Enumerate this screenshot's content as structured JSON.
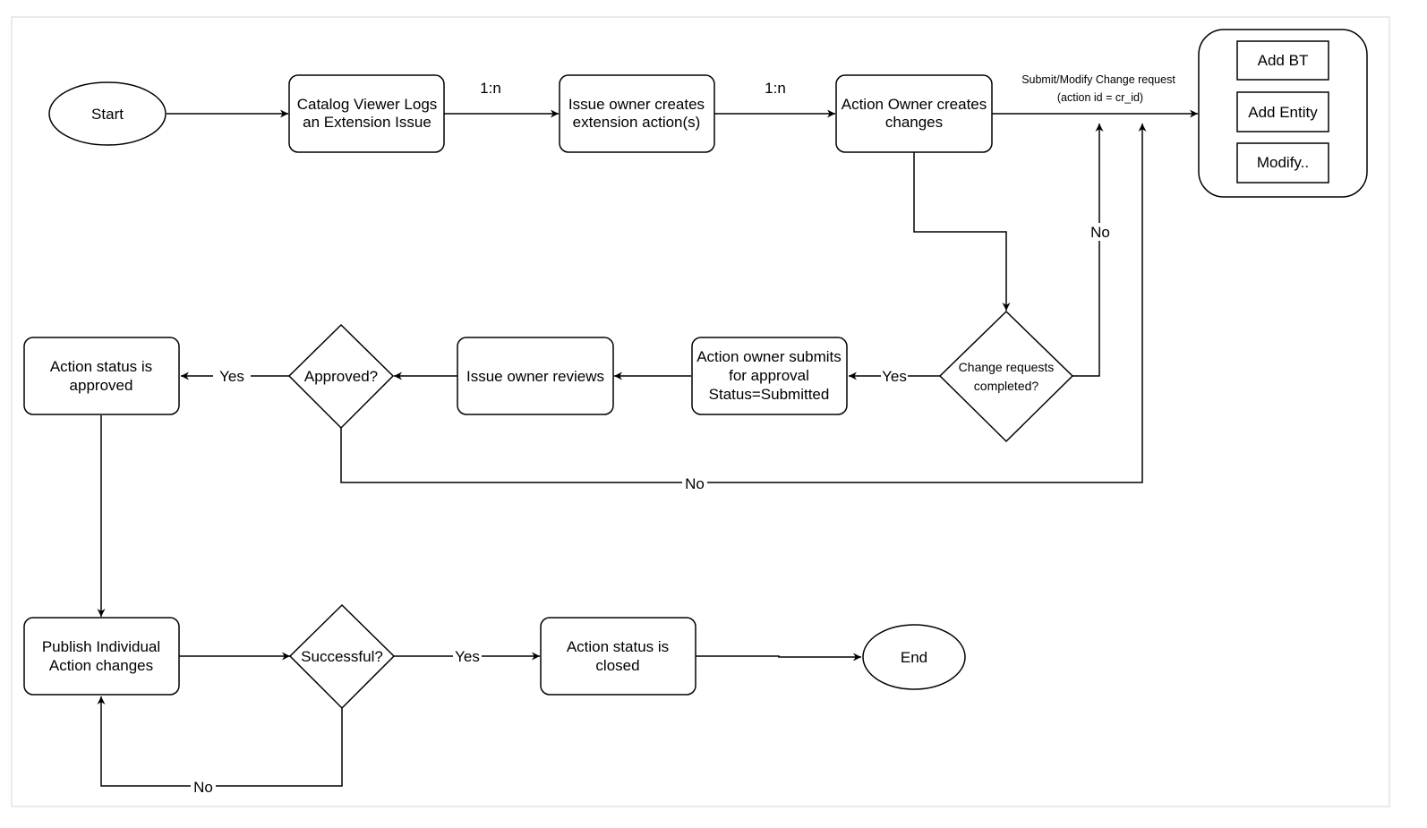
{
  "nodes": {
    "start": "Start",
    "catalog_viewer": [
      "Catalog Viewer Logs",
      "an Extension Issue"
    ],
    "issue_owner_creates": [
      "Issue owner creates",
      "extension action(s)"
    ],
    "action_owner_creates": [
      "Action Owner creates",
      "changes"
    ],
    "add_bt": "Add BT",
    "add_entity": "Add Entity",
    "modify": "Modify..",
    "change_requests_completed": [
      "Change requests",
      "completed?"
    ],
    "action_owner_submits": [
      "Action owner submits",
      "for approval",
      "Status=Submitted"
    ],
    "issue_owner_reviews": "Issue owner  reviews",
    "approved": "Approved?",
    "action_status_approved": [
      "Action status is",
      "approved"
    ],
    "publish_individual": [
      "Publish Individual",
      "Action changes"
    ],
    "successful": "Successful?",
    "action_status_closed": [
      "Action status is",
      "closed"
    ],
    "end": "End"
  },
  "edge_labels": {
    "one_to_n_1": "1:n",
    "one_to_n_2": "1:n",
    "submit_modify": [
      "Submit/Modify Change request",
      "(action id  = cr_id)"
    ],
    "no_change_requests": "No",
    "yes_change_requests": "Yes",
    "yes_approved": "Yes",
    "no_approved": "No",
    "yes_successful": "Yes",
    "no_successful": "No"
  }
}
